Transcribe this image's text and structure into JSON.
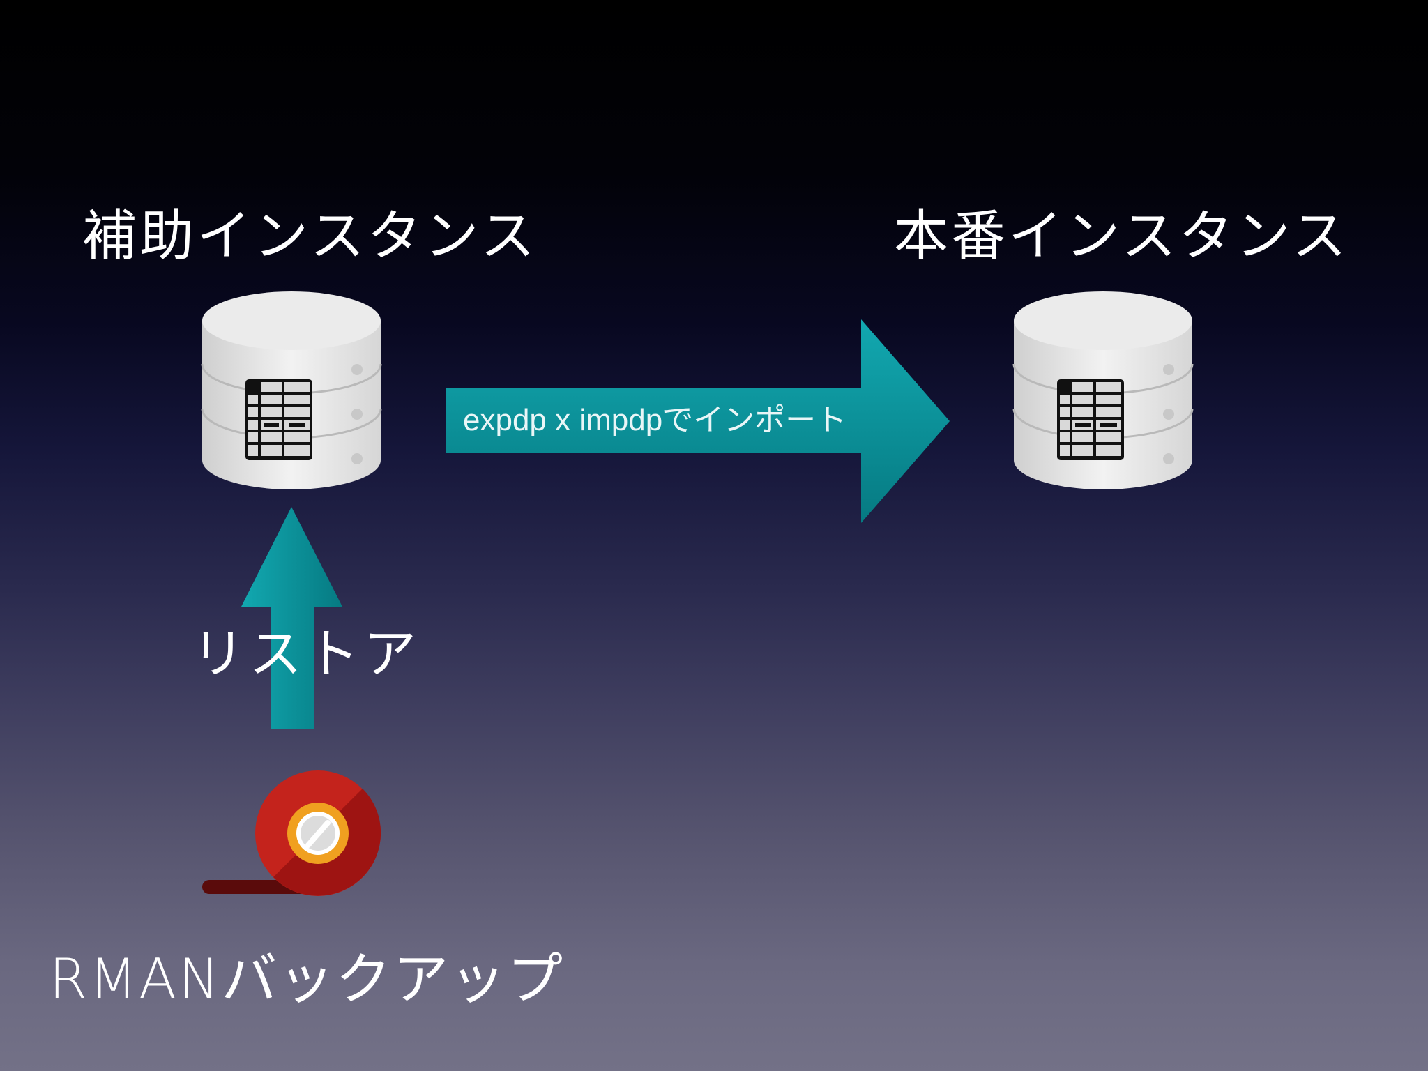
{
  "left_instance": {
    "title": "補助インスタンス"
  },
  "right_instance": {
    "title": "本番インスタンス"
  },
  "transfer_arrow": {
    "label": "expdp x impdpでインポート"
  },
  "restore_arrow": {
    "label": "リストア"
  },
  "backup": {
    "label": "RMANバックアップ"
  },
  "icons": {
    "left_db": "database-icon",
    "right_db": "database-icon",
    "backup": "tape-reel-icon"
  },
  "colors": {
    "arrow": "#0a8f97",
    "tape_red": "#c4231c",
    "tape_ring": "#f0a020"
  }
}
